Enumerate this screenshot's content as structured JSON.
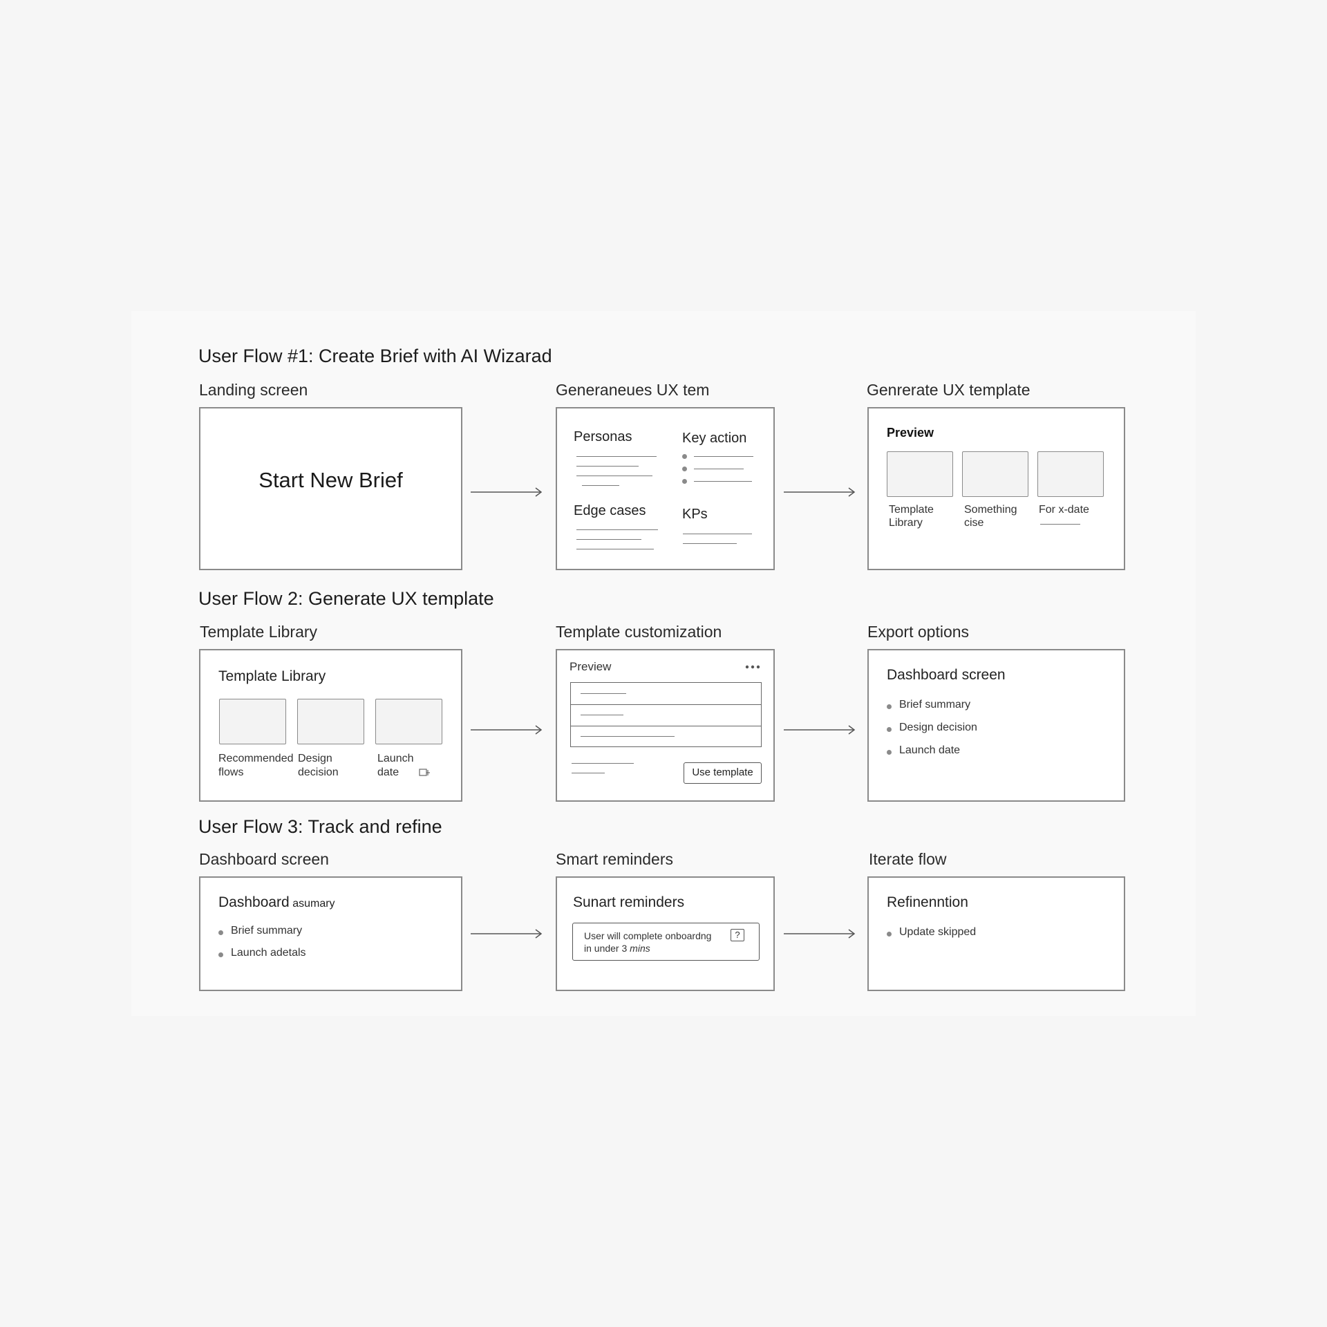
{
  "flows": [
    {
      "title": "User Flow #1: Create Brief with AI Wizarad",
      "screens": [
        {
          "caption": "Landing screen",
          "cta": "Start New Brief"
        },
        {
          "caption": "Generaneues UX tem",
          "sections": [
            "Personas",
            "Key action",
            "Edge cases",
            "KPs"
          ]
        },
        {
          "caption": "Genrerate UX template",
          "heading": "Preview",
          "cards": [
            {
              "line1": "Template",
              "line2": "Library"
            },
            {
              "line1": "Something",
              "line2": "cise"
            },
            {
              "line1": "For x-date",
              "line2": ""
            }
          ]
        }
      ]
    },
    {
      "title": "User Flow 2: Generate UX template",
      "screens": [
        {
          "caption": "Template Library",
          "heading": "Template Library",
          "cards": [
            {
              "line1": "Recommended",
              "line2": "flows"
            },
            {
              "line1": "Design",
              "line2": "decision"
            },
            {
              "line1": "Launch",
              "line2": "date"
            }
          ]
        },
        {
          "caption": "Template customization",
          "heading": "Preview",
          "button": "Use template"
        },
        {
          "caption": "Export options",
          "heading": "Dashboard screen",
          "items": [
            "Brief summary",
            "Design decision",
            "Launch date"
          ]
        }
      ]
    },
    {
      "title": "User Flow 3: Track and refine",
      "screens": [
        {
          "caption": "Dashboard screen",
          "heading_main": "Dashboard",
          "heading_small": "asumary",
          "items": [
            "Brief summary",
            "Launch adetals"
          ]
        },
        {
          "caption": "Smart reminders",
          "heading": "Sunart reminders",
          "reminder_line1": "User will complete onboardng",
          "reminder_line2_a": "in under 3 ",
          "reminder_line2_b": "mins",
          "help": "?"
        },
        {
          "caption": "Iterate flow",
          "heading": "Refinenntion",
          "items": [
            "Update skipped"
          ]
        }
      ]
    }
  ]
}
